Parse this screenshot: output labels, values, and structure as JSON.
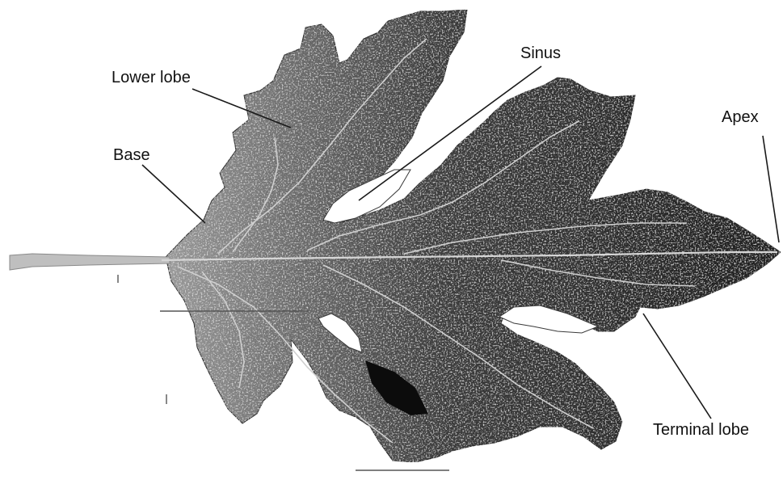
{
  "labels": {
    "lower_lobe": "Lower lobe",
    "sinus": "Sinus",
    "apex": "Apex",
    "base": "Base",
    "terminal_lobe": "Terminal lobe"
  },
  "colors": {
    "leaf_dark": "#1f1f1f",
    "leaf_mid": "#3a3a3a",
    "leaf_light": "#8a8a8a",
    "vein": "#d9d9d9",
    "petiole": "#b9b9b9",
    "leader": "#222222",
    "background": "#ffffff"
  }
}
